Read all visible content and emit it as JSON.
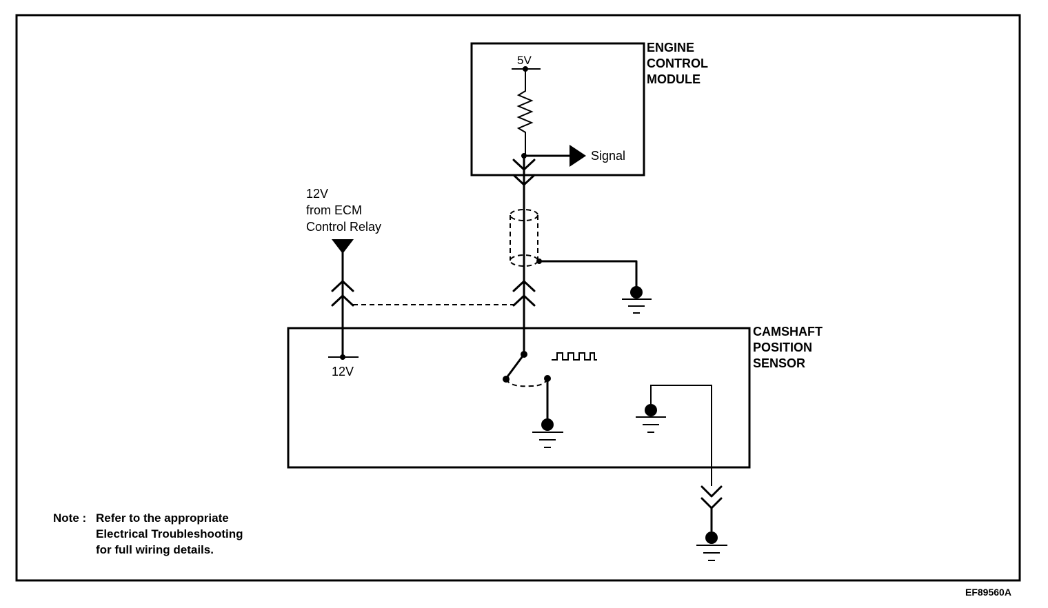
{
  "ecm": {
    "lines": [
      "ENGINE",
      "CONTROL",
      "MODULE"
    ],
    "supply": "5V",
    "signal": "Signal"
  },
  "sensor": {
    "lines": [
      "CAMSHAFT",
      "POSITION",
      "SENSOR"
    ],
    "supply": "12V"
  },
  "relay": {
    "lines": [
      "12V",
      "from ECM",
      "Control Relay"
    ]
  },
  "note": {
    "prefix": "Note :",
    "lines": [
      "Refer to the appropriate",
      "Electrical Troubleshooting",
      "for full wiring details."
    ]
  },
  "figure_code": "EF89560A"
}
